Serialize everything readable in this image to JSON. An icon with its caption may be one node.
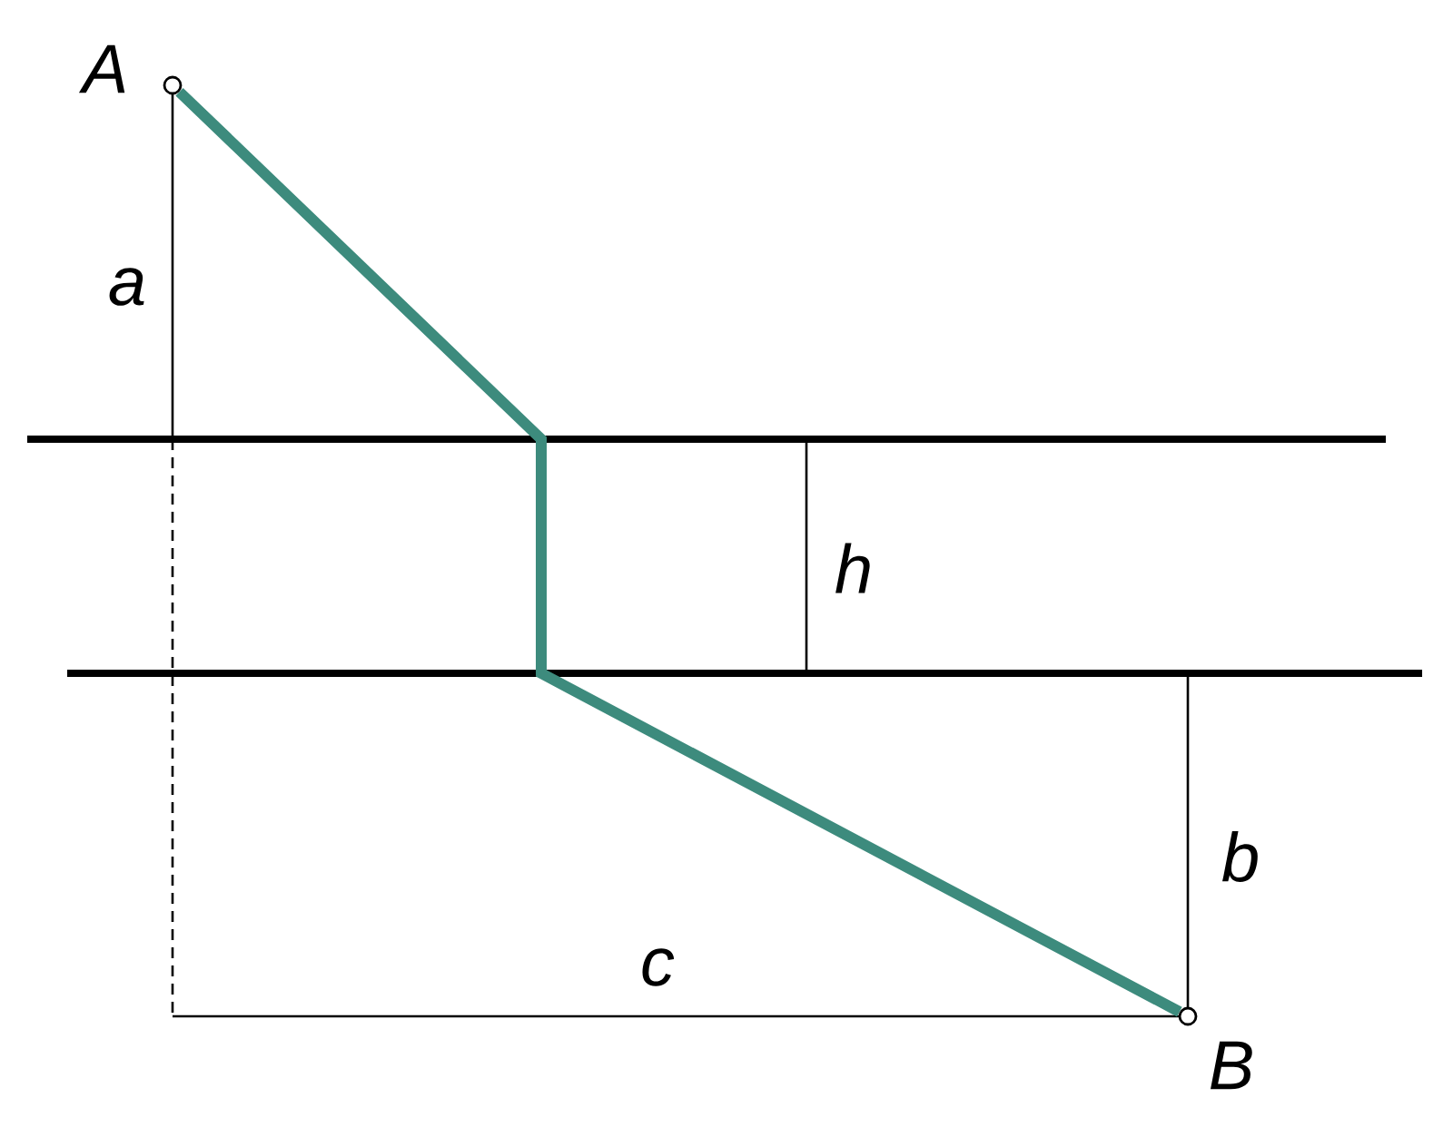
{
  "diagram": {
    "nodes": [
      {
        "text": [],
        "shape": "circle",
        "beside": [
          "A"
        ]
      },
      {
        "text": [],
        "shape": "circle",
        "beside": [
          "B"
        ]
      }
    ],
    "edges": [
      {
        "from": 0,
        "to": 1,
        "arrow": "none"
      }
    ],
    "labels": [
      "a",
      "h",
      "b",
      "c"
    ]
  }
}
